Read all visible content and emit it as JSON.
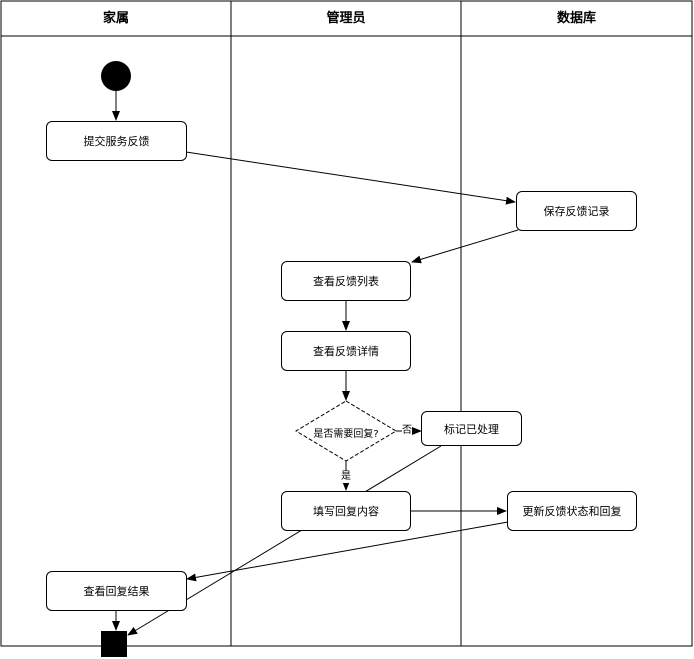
{
  "lanes": {
    "family": "家属",
    "admin": "管理员",
    "database": "数据库"
  },
  "nodes": {
    "submit_feedback": "提交服务反馈",
    "save_record": "保存反馈记录",
    "view_list": "查看反馈列表",
    "view_detail": "查看反馈详情",
    "need_reply": "是否需要回复?",
    "mark_processed": "标记已处理",
    "fill_reply": "填写回复内容",
    "update_status": "更新反馈状态和回复",
    "view_result": "查看回复结果"
  },
  "edge_labels": {
    "no": "否",
    "yes": "是"
  }
}
